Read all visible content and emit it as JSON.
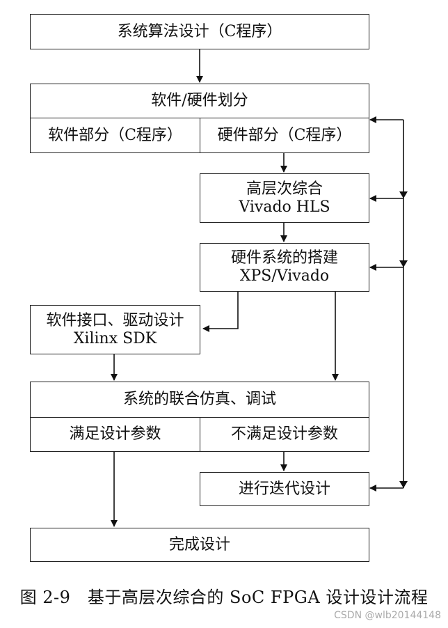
{
  "nodes": {
    "sys_algo": "系统算法设计（C程序）",
    "hw_sw_partition": "软件/硬件划分",
    "sw_part": "软件部分（C程序）",
    "hw_part": "硬件部分（C程序）",
    "hls_line1": "高层次综合",
    "hls_line2": "Vivado HLS",
    "hw_build_line1": "硬件系统的搭建",
    "hw_build_line2": "XPS/Vivado",
    "sw_driver_line1": "软件接口、驱动设计",
    "sw_driver_line2": "Xilinx SDK",
    "co_sim": "系统的联合仿真、调试",
    "meets": "满足设计参数",
    "not_meets": "不满足设计参数",
    "iterate": "进行迭代设计",
    "done": "完成设计"
  },
  "caption": "图 2-9　基于高层次综合的 SoC FPGA 设计设计流程",
  "watermark": "CSDN @wlb20144148"
}
